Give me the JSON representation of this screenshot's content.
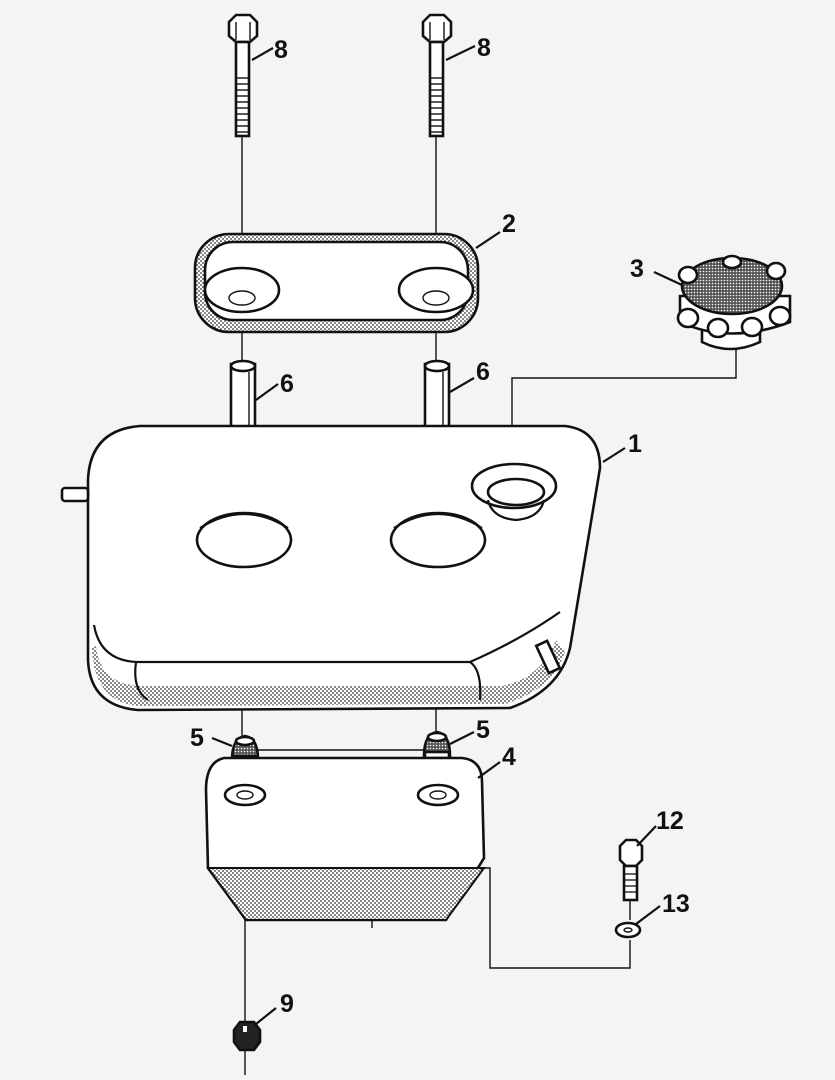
{
  "diagram": {
    "callouts": [
      {
        "id": "bolt-left",
        "label": "8"
      },
      {
        "id": "bolt-right",
        "label": "8"
      },
      {
        "id": "top-plate",
        "label": "2"
      },
      {
        "id": "filler-cap",
        "label": "3"
      },
      {
        "id": "spacer-left",
        "label": "6"
      },
      {
        "id": "spacer-right",
        "label": "6"
      },
      {
        "id": "tank",
        "label": "1"
      },
      {
        "id": "grommet-left",
        "label": "5"
      },
      {
        "id": "grommet-right",
        "label": "5"
      },
      {
        "id": "tray",
        "label": "4"
      },
      {
        "id": "screw",
        "label": "12"
      },
      {
        "id": "washer",
        "label": "13"
      },
      {
        "id": "nut",
        "label": "9"
      }
    ]
  }
}
